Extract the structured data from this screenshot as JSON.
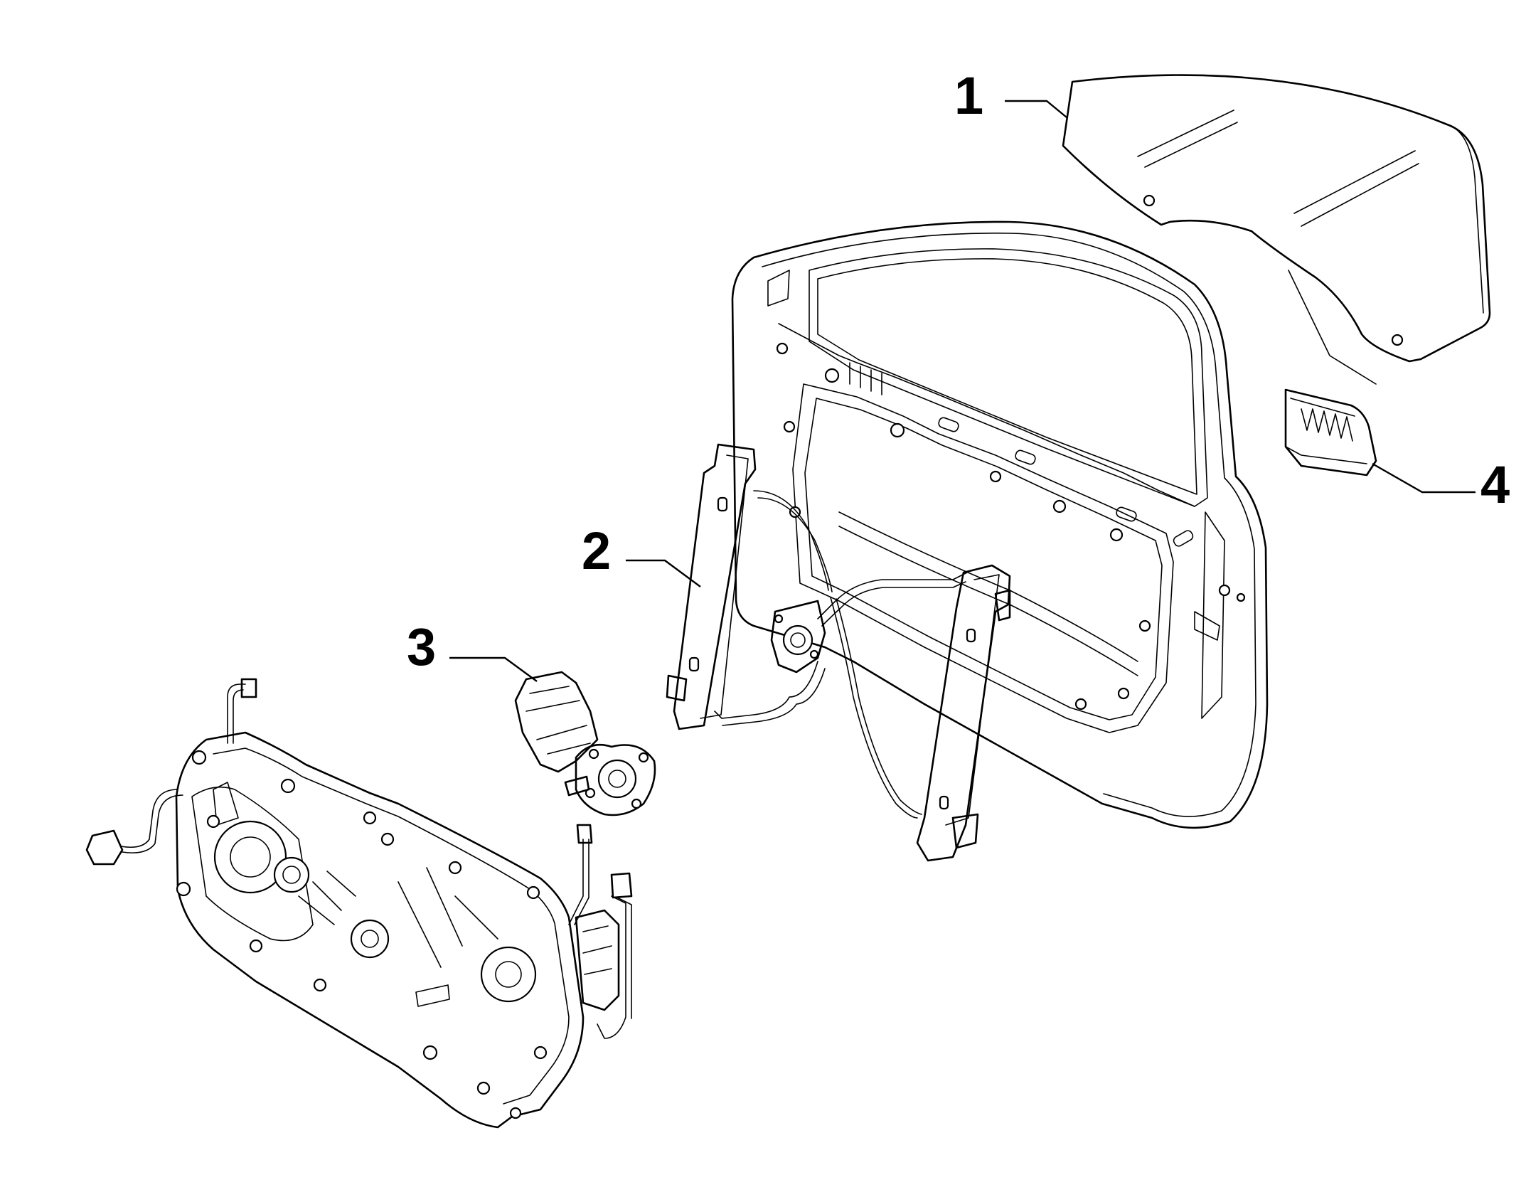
{
  "callouts": [
    {
      "id": "1",
      "label": "1",
      "part": "window-glass"
    },
    {
      "id": "2",
      "label": "2",
      "part": "window-regulator"
    },
    {
      "id": "3",
      "label": "3",
      "part": "regulator-motor"
    },
    {
      "id": "4",
      "label": "4",
      "part": "glass-guide-clip"
    }
  ],
  "colors": {
    "line": "#000000",
    "background": "#ffffff"
  }
}
